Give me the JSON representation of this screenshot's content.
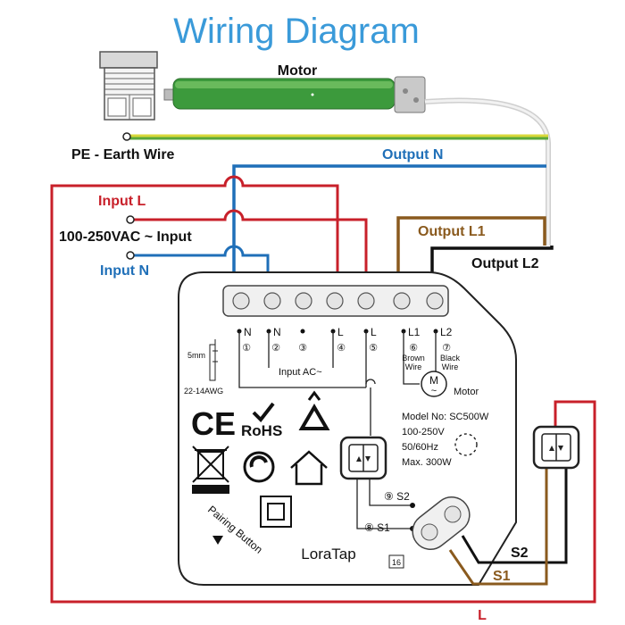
{
  "title": "Wiring Diagram",
  "labels": {
    "motor": "Motor",
    "pe_earth": "PE - Earth Wire",
    "output_n": "Output N",
    "input_l": "Input L",
    "supply": "100-250VAC ~ Input",
    "input_n": "Input N",
    "output_l1": "Output L1",
    "output_l2": "Output L2",
    "bottom_l": "L",
    "s2_wire": "S2",
    "s1_wire": "S1"
  },
  "device": {
    "terminals": [
      {
        "label": "N",
        "num": "①"
      },
      {
        "label": "N",
        "num": "②"
      },
      {
        "label": "",
        "num": "③"
      },
      {
        "label": "L",
        "num": "④"
      },
      {
        "label": "L",
        "num": "⑤"
      },
      {
        "label": "L1",
        "num": "⑥",
        "sub1": "Brown",
        "sub2": "Wire"
      },
      {
        "label": "L2",
        "num": "⑦",
        "sub1": "Black",
        "sub2": "Wire"
      }
    ],
    "input_ac": "Input  AC~",
    "motor_label": "Motor",
    "motor_symbol": "M",
    "wire_length": "5mm",
    "wire_gauge": "22-14AWG",
    "model": "Model No: SC500W",
    "voltage": "100-250V",
    "frequency": "50/60Hz",
    "max_power": "Max. 300W",
    "ce": "CE",
    "rohs": "RoHS",
    "s2": "⑨ S2",
    "s1": "⑧ S1",
    "pairing": "Pairing Button",
    "brand": "LoraTap",
    "rating": "16"
  },
  "colors": {
    "title": "#3a9ad9",
    "live": "#c8202a",
    "neutral": "#1f6fb8",
    "earth_yellow": "#d8d83a",
    "earth_green": "#5aa83a",
    "brown": "#8a5a1e",
    "black": "#111111",
    "motor_body": "#3c9a3c"
  },
  "icons": [
    "shutter-window-icon",
    "recycle-icon",
    "weee-bin-icon",
    "green-dot-icon",
    "home-icon",
    "double-insulation-icon",
    "switch-icon",
    "pairing-arrow-icon"
  ]
}
